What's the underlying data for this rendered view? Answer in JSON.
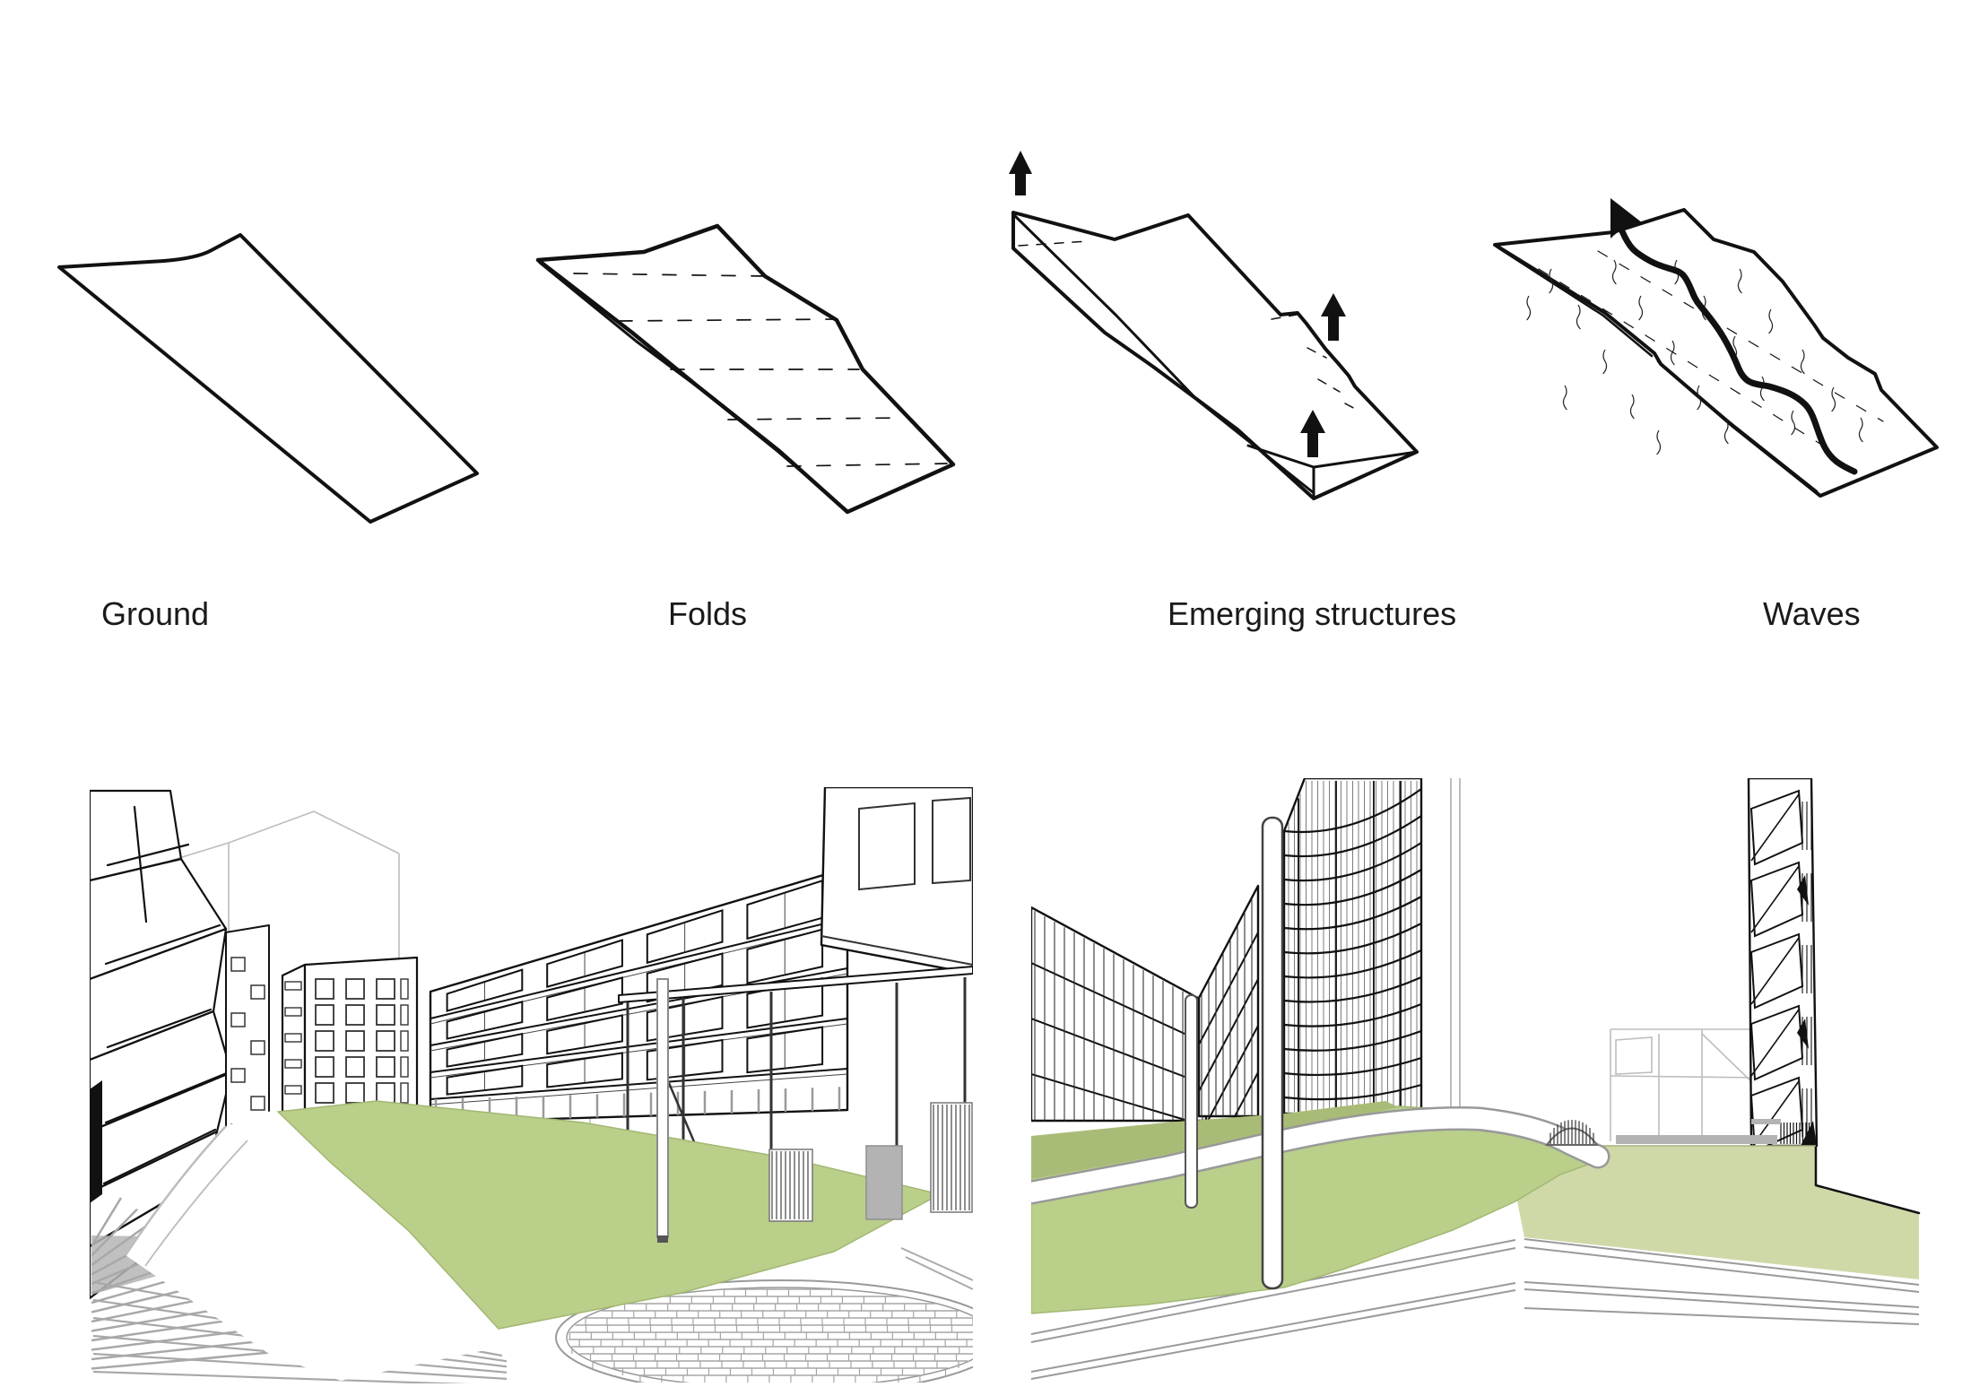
{
  "page": {
    "background": "#ffffff"
  },
  "steps": [
    {
      "label": "Ground"
    },
    {
      "label": "Folds"
    },
    {
      "label": "Emerging structures"
    },
    {
      "label": "Waves"
    }
  ],
  "colors": {
    "ink": "#111111",
    "grass": "#b9cf8a",
    "olive": "#a9bc77",
    "pale_green": "#cfd9a8",
    "grey_bar": "#b3b3b3",
    "hatch_grey": "#a3a3a3",
    "pale_line": "#bdbdbd"
  }
}
